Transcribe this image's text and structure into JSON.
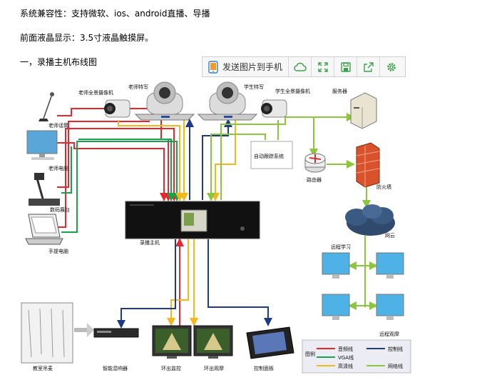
{
  "doc": {
    "compat": "系统兼容性：支持微软、ios、android直播、导播",
    "lcd": "前面液晶显示：3.5寸液晶触摸屏。",
    "section_title": "一，录播主机布线图"
  },
  "toolbar": {
    "send_label": "发送图片到手机",
    "icons": [
      "phone-icon",
      "cloud-icon",
      "expand-icon",
      "save-icon",
      "share-icon",
      "settings-icon"
    ]
  },
  "diagram": {
    "labels": {
      "teacher_pano_cam": "老师全景摄像机",
      "teacher_closeup": "老师特写",
      "student_closeup": "学生特写",
      "student_pano_cam": "学生全景摄像机",
      "server": "服务器",
      "teacher_mic": "老师话筒",
      "teacher_pc": "老师电脑",
      "auto_tracking": "自动跟踪系统",
      "router": "路由器",
      "firewall": "防火墙",
      "doc_camera": "数码展台",
      "laptop": "手提电脑",
      "recorder": "录播主机",
      "internet": "网云",
      "remote_learning": "远程学习",
      "remote_view": "远程观摩",
      "ceiling_mic": "教室吊麦",
      "mixer": "智能混响器",
      "monitor_out": "环出监控",
      "view_out": "环出观摩",
      "control_panel": "控制面板"
    },
    "legend": {
      "title": "图例",
      "audio": "音频线",
      "control": "控制线",
      "vga": "VGA线",
      "hd": "高清线",
      "network": "网络线"
    },
    "colors": {
      "audio": "#e8262d",
      "vga": "#19a24a",
      "hd": "#f5b81c",
      "control": "#1f3b86",
      "network": "#8cc63f"
    }
  }
}
